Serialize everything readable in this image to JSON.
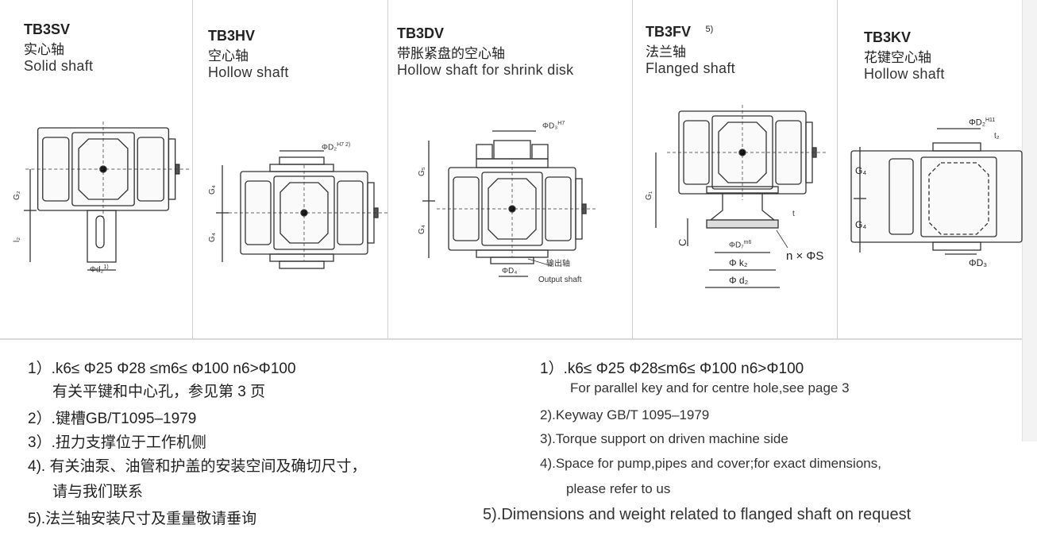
{
  "panels": [
    {
      "code": "TB3SV",
      "cn": "实心轴",
      "en": "Solid shaft",
      "dims": {
        "g": "G₂",
        "l": "l₂",
        "d": "Φd₂",
        "d_sup": "1)"
      }
    },
    {
      "code": "TB3HV",
      "cn": "空心轴",
      "en": "Hollow shaft",
      "dims": {
        "d": "ΦD₂",
        "d_sup": "H7 2)",
        "g_top": "G₄",
        "g_bot": "G₄"
      }
    },
    {
      "code": "TB3DV",
      "cn": "带胀紧盘的空心轴",
      "en": "Hollow shaft for shrink disk",
      "dims": {
        "d_top": "ΦD₃",
        "d_top_sup": "H7",
        "g_top": "G₅",
        "g_bot": "G₄",
        "d_bot": "ΦD₄",
        "out_cn": "输出轴",
        "out_en": "Output shaft"
      }
    },
    {
      "code": "TB3FV",
      "code_sup": "5)",
      "cn": "法兰轴",
      "en": "Flanged shaft",
      "dims": {
        "g": "G₁",
        "c": "C",
        "t": "t",
        "d7": "ΦD₇",
        "d7_sup": "m6",
        "k2": "Φ k₂",
        "d2": "Φ d₂",
        "ns": "n × ΦS"
      }
    },
    {
      "code": "TB3KV",
      "cn": "花键空心轴",
      "en": "Hollow shaft",
      "dims": {
        "d_top": "ΦD₂",
        "d_top_sup": "H11",
        "t2": "t₂",
        "g_top": "G₄",
        "g_bot": "G₄",
        "d_bot": "ΦD₃"
      }
    }
  ],
  "notes_cn": [
    "1）.k6≤ Φ25   Φ28 ≤m6≤ Φ100   n6>Φ100",
    "有关平键和中心孔，参见第 3  页",
    "2）.键槽GB/T1095–1979",
    "3）.扭力支撑位于工作机侧",
    "4). 有关油泵、油管和护盖的安装空间及确切尺寸，",
    "请与我们联系",
    "5).法兰轴安装尺寸及重量敬请垂询"
  ],
  "notes_en": [
    "1）.k6≤ Φ25   Φ28≤m6≤ Φ100   n6>Φ100",
    "For parallel key and for centre hole,see page  3",
    "2).Keyway GB/T 1095–1979",
    "3).Torque support on driven machine side",
    "4).Space for pump,pipes and cover;for exact dimensions,",
    "please refer to us",
    "5).Dimensions and weight  related to flanged shaft on request"
  ]
}
